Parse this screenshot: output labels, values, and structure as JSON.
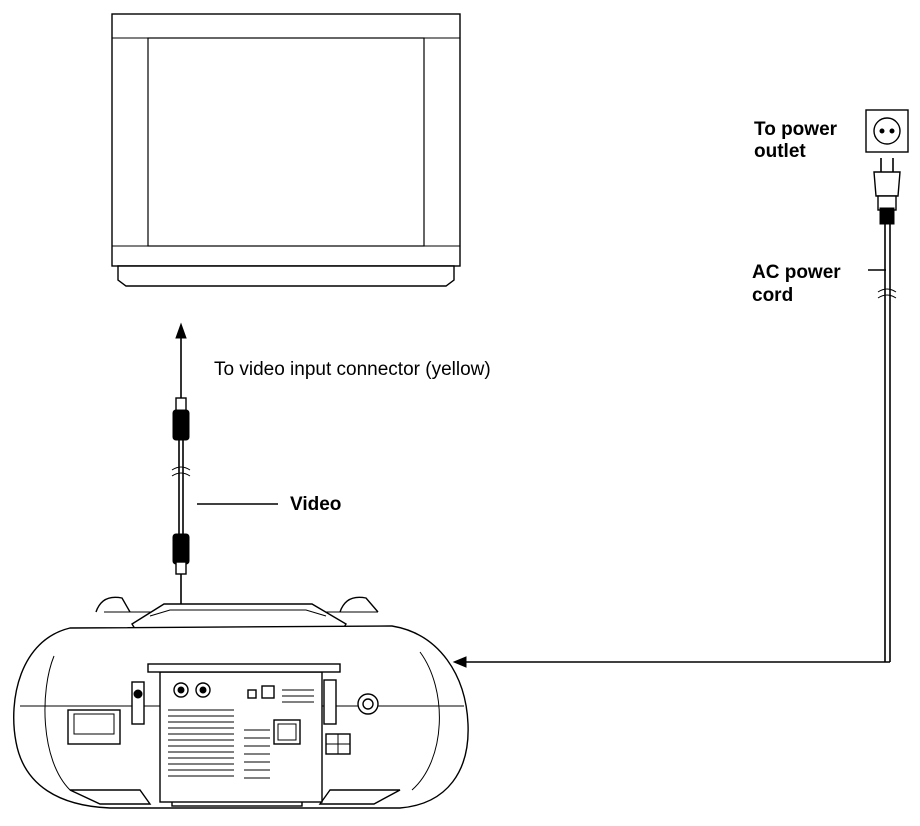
{
  "labels": {
    "power_outlet_line1": "To power",
    "power_outlet_line2": "outlet",
    "ac_cord_line1": "AC power",
    "ac_cord_line2": "cord",
    "video_input": "To video input connector (yellow)",
    "video_cable": "Video"
  },
  "icons": {
    "tv": "television-icon",
    "outlet": "power-outlet-icon",
    "plug": "power-plug-icon",
    "unit": "boombox-player-icon"
  },
  "colors": {
    "ink": "#000000",
    "background": "#ffffff"
  }
}
